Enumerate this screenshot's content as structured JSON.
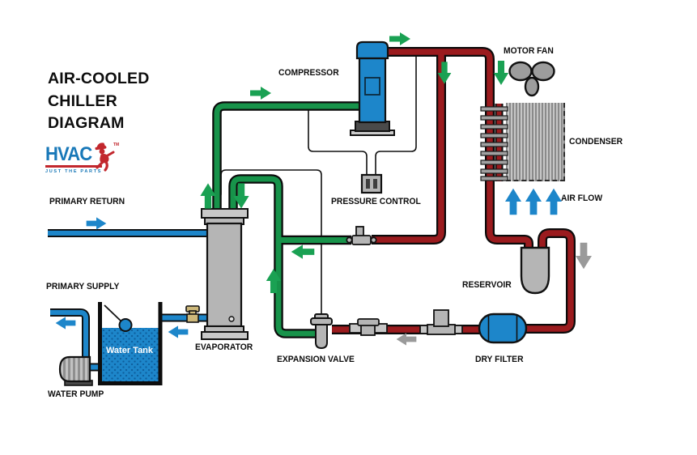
{
  "title": "AIR-COOLED\nCHILLER\nDIAGRAM",
  "logo": {
    "name": "HVAC",
    "tagline": "JUST THE PARTS",
    "tm": "TM"
  },
  "components": {
    "compressor": {
      "label": "COMPRESSOR"
    },
    "motor_fan": {
      "label": "MOTOR FAN"
    },
    "condenser": {
      "label": "CONDENSER"
    },
    "air_flow": {
      "label": "AIR FLOW"
    },
    "pressure_control": {
      "label": "PRESSURE CONTROL"
    },
    "primary_return": {
      "label": "PRIMARY RETURN"
    },
    "primary_supply": {
      "label": "PRIMARY SUPPLY"
    },
    "reservoir": {
      "label": "RESERVOIR"
    },
    "evaporator": {
      "label": "EVAPORATOR"
    },
    "expansion_valve": {
      "label": "EXPANSION VALVE"
    },
    "dry_filter": {
      "label": "DRY FILTER"
    },
    "water_pump": {
      "label": "WATER PUMP"
    },
    "water_tank": {
      "label": "Water Tank"
    }
  },
  "colors": {
    "hot_refrigerant_pipe": "#9b1b1e",
    "cold_refrigerant_pipe": "#17934a",
    "water_pipe": "#1d86ca",
    "component_blue": "#1d86ca",
    "metal_gray": "#b5b5b5",
    "arrow_green": "#1aa153",
    "arrow_blue": "#1d86ca",
    "arrow_gray": "#9a9a9a",
    "logo_blue": "#1878b8",
    "logo_red": "#c2272d"
  }
}
